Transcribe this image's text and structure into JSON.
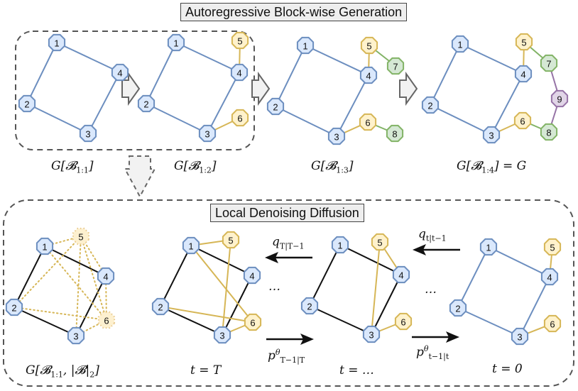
{
  "top_section": {
    "title": "Autoregressive Block-wise Generation",
    "graphs": [
      {
        "label_main": "G[𝓑",
        "label_sub": "1:1",
        "label_end": "]"
      },
      {
        "label_main": "G[𝓑",
        "label_sub": "1:2",
        "label_end": "]"
      },
      {
        "label_main": "G[𝓑",
        "label_sub": "1:3",
        "label_end": "]"
      },
      {
        "label_main": "G[𝓑",
        "label_sub": "1:4",
        "label_end": "] = G"
      }
    ]
  },
  "bottom_section": {
    "title": "Local Denoising Diffusion",
    "graphs": [
      {
        "label_main": "G[𝓑",
        "label_sub": "1:1",
        "label_end": ", |𝓑|",
        "label_sub2": "2",
        "label_close": "]"
      },
      {
        "label": "t = T"
      },
      {
        "label": "t = …"
      },
      {
        "label": "t = 0"
      }
    ],
    "arrows": [
      {
        "name": "q",
        "sub": "T|T−1",
        "direction": "left"
      },
      {
        "name": "p",
        "sup": "θ",
        "sub": "T−1|T",
        "direction": "right"
      },
      {
        "name": "q",
        "sub": "t|t−1",
        "direction": "left"
      },
      {
        "name": "p",
        "sup": "θ",
        "sub": "t−1|t",
        "direction": "right"
      }
    ],
    "ellipsis": "…"
  },
  "colors": {
    "block1": "#dae8fc",
    "block1_stroke": "#6c8ebf",
    "block2": "#fff2cc",
    "block2_stroke": "#d6b656",
    "block3": "#d5e8d4",
    "block3_stroke": "#82b366",
    "block4": "#e1d5e7",
    "block4_stroke": "#9673a6"
  },
  "nodes": {
    "n1": "1",
    "n2": "2",
    "n3": "3",
    "n4": "4",
    "n5": "5",
    "n6": "6",
    "n7": "7",
    "n8": "8",
    "n9": "9"
  }
}
